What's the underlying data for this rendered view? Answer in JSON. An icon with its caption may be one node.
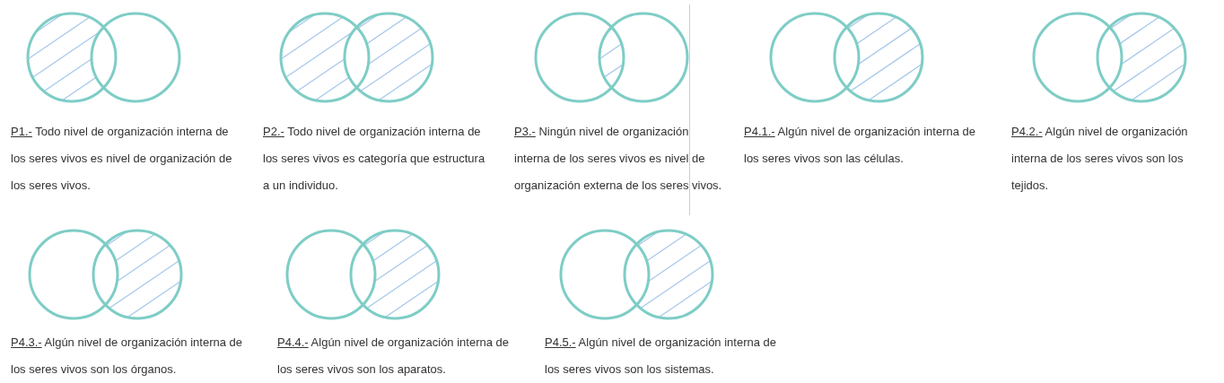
{
  "diagram": {
    "labels": [
      "P1.-",
      "Todo nivel de organización interna de los seres vivos es nivel de organización de los seres vivos.",
      "P2.-",
      "Todo nivel de organización interna de los seres vivos es categoría que estructura a un individuo.",
      "P3.-",
      "Ningún nivel de organización interna de los seres vivos es nivel de organización externa de los seres vivos.",
      "P4.1.-",
      "Algún nivel de organización interna de los seres vivos son las células.",
      "P4.2.-",
      "Algún nivel de organización interna de los seres vivos son los tejidos.",
      "P4.3.-",
      "Algún nivel de organización interna de los seres vivos son los órganos.",
      "P4.4.-",
      "Algún nivel de organización interna de los seres vivos son los aparatos.",
      "P4.5.-",
      "Algún nivel de organización interna de los seres vivos son los sistemas."
    ]
  }
}
